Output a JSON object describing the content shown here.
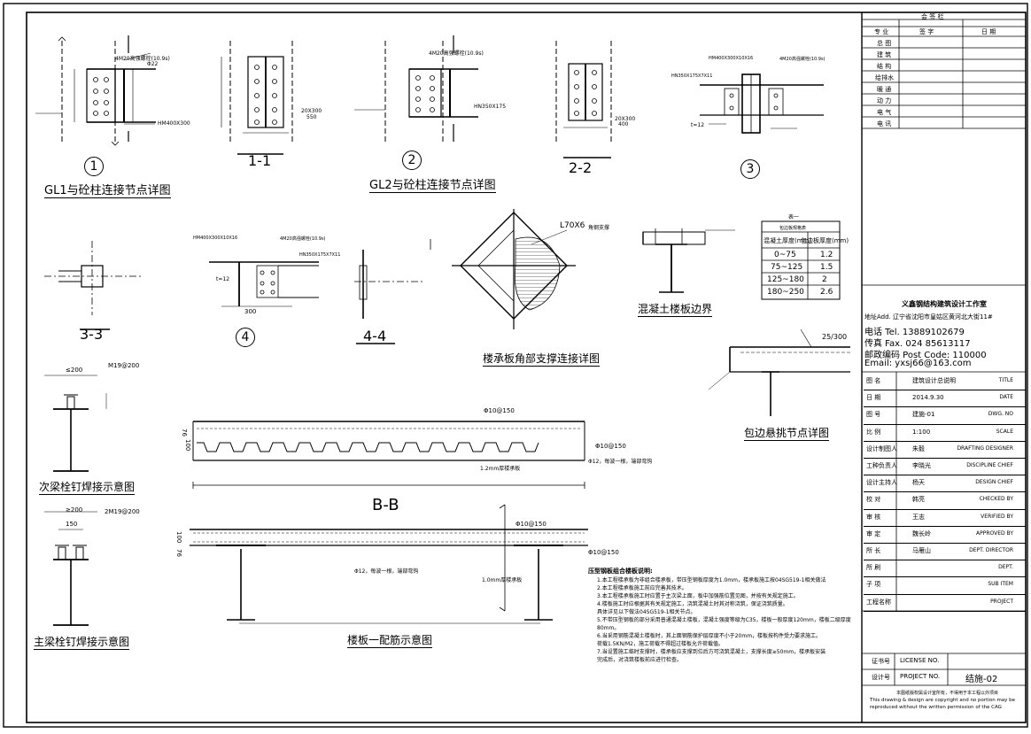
{
  "countersign": {
    "title": "会 签 栏",
    "headers": [
      "专 业",
      "签 字",
      "日 期"
    ],
    "rows": [
      "总 图",
      "建 筑",
      "结 构",
      "给排水",
      "暖 通",
      "动 力",
      "电 气",
      "电 讯"
    ]
  },
  "company": {
    "name": "义鑫钢结构建筑设计工作室",
    "address": "地址Add. 辽宁省沈阳市皇姑区黄河北大街11#",
    "tel": "电话 Tel. 13889102679",
    "fax": "传真 Fax. 024 85613117",
    "post": "邮政编码 Post Code: 110000",
    "email": "Email: yxsj66@163.com"
  },
  "title_block": [
    {
      "label": "图 名",
      "value": "建筑设计总说明",
      "en": "TITLE"
    },
    {
      "label": "日 期",
      "value": "2014.9.30",
      "en": "DATE"
    },
    {
      "label": "图 号",
      "value": "建施-01",
      "en": "DWG. NO"
    },
    {
      "label": "比 例",
      "value": "1:100",
      "en": "SCALE"
    },
    {
      "label": "设计制图人",
      "value": "朱毅",
      "en": "DRAFTING DESIGNER"
    },
    {
      "label": "工种负责人",
      "value": "李晓光",
      "en": "DISCIPLINE CHIEF"
    },
    {
      "label": "设计主持人",
      "value": "杨天",
      "en": "DESIGN CHIEF"
    },
    {
      "label": "校 对",
      "value": "韩亮",
      "en": "CHECKED BY"
    },
    {
      "label": "审 核",
      "value": "王志",
      "en": "VERIFIED BY"
    },
    {
      "label": "审 定",
      "value": "魏长岭",
      "en": "APPROVED BY"
    },
    {
      "label": "所 长",
      "value": "马雁山",
      "en": "DEPT. DIRECTOR"
    },
    {
      "label": "所 刷",
      "value": "",
      "en": "DEPT."
    },
    {
      "label": "子 项",
      "value": "",
      "en": "SUB ITEM"
    },
    {
      "label": "工程名称",
      "value": "",
      "en": "PROJECT"
    }
  ],
  "bottom_block": {
    "license_label": "证书号",
    "license_en": "LICENSE NO.",
    "project_label": "设计号",
    "project_en": "PROJECT NO.",
    "sheet_no": "结施-02",
    "copyright_cn": "本图纸版权属设计室所有，不得用于本工程以外项目",
    "copyright_en1": "This drawing & design are copyright and no portion may be",
    "copyright_en2": "reproduced without the written permission of the CAG"
  },
  "details": {
    "gl1_title": "GL1与砼柱连接节点详图",
    "gl2_title": "GL2与砼柱连接节点详图",
    "sec11": "1-1",
    "sec22": "2-2",
    "sec33": "3-3",
    "sec44": "4-4",
    "mark1": "1",
    "mark2": "2",
    "mark3": "3",
    "mark4": "4",
    "corner_title": "楼承板角部支撑连接详图",
    "edge_title": "混凝土楼板边界",
    "cantilever_title": "包边悬挑节点详图",
    "secondary_stud": "次梁栓钉焊接示意图",
    "main_stud": "主梁栓钉焊接示意图",
    "bb": "B-B",
    "rebar_title": "楼板一配筋示意图",
    "corner_angle": "L70X6",
    "corner_note": "角钢支撑",
    "slope": "25/300"
  },
  "labels": {
    "m20": "4M20高强螺栓(10.9s)",
    "phi22": "Φ22",
    "hm400": "HM400X300",
    "hn350": "HN350X175",
    "hn350x": "HN350X175X7X11",
    "hm400x": "HM400X300X10X16",
    "plate1": "20X300",
    "plate2": "550",
    "plate3": "400",
    "t12": "t=12",
    "m20b": "M20",
    "m19_200": "M19@200",
    "m19_2": "2M19@200",
    "le200": "≤200",
    "ge200": "≥200",
    "dim150": "150",
    "rebar1": "Φ10@150",
    "rebar2": "Φ10@150",
    "rebar3": "Φ12，每波一根，端部弯钩",
    "deck": "1.2mm厚楼承板",
    "deck2": "1.0mm厚楼承板",
    "dim76": "76",
    "dim100": "100",
    "dim300": "300",
    "dim50": "50"
  },
  "thickness_table": {
    "title": "表一",
    "header_a": "混凝土厚度(mm)",
    "header_b": "包边板厚度(mm)",
    "subtitle": "包边板规格表",
    "rows": [
      [
        "0~75",
        "1.2"
      ],
      [
        "75~125",
        "1.5"
      ],
      [
        "125~180",
        "2"
      ],
      [
        "180~250",
        "2.6"
      ]
    ]
  },
  "notes": {
    "title": "压型钢板组合楼板说明:",
    "items": [
      "1.本工程楼承板为非组合楼承板，带压型钢板厚度为1.0mm，楼承板施工按04SG519-1相关做法",
      "2.本工程楼承板施工前应完善其技术。",
      "3.本工程楼承板施工时应置于主次梁上面，板中加强筋位置见图，并按有关规定施工。",
      "4.楼板施工时应根据其有关规定施工，浇筑混凝土时其对称浇筑，保证浇筑质量。",
      "  具体详见以下做法04SG519-1相关节点。",
      "5.不带压型钢板的部分采用普通混凝土楼板，混凝土强度等级为C35，楼板一般厚度120mm，楼板二级厚度80mm。",
      "6.当采用钢筋混凝土楼板时，其上面钢筋保护层厚度不小于20mm，楼板按构件受力要求施工。",
      "  荷载1.5KN/M2，施工荷载不得超过楼板允许荷载值。",
      "7.当设置施工临时支撑时，楼承板应支撑到位后方可浇筑混凝土，支撑长度≥50mm，楼承板安装",
      "  完成后，对浇筑楼板前应进行检查。"
    ]
  }
}
